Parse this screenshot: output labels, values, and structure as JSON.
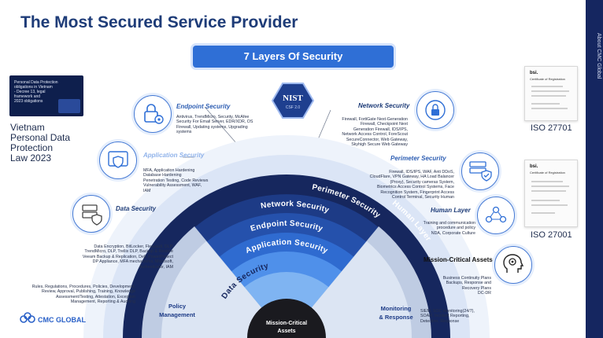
{
  "header": {
    "title": "The Most Secured Service Provider"
  },
  "side_label": "About CMC Global",
  "banner": "7 Layers Of Security",
  "nist": {
    "main": "NIST",
    "sub": "CSF 2.0"
  },
  "left_doc": {
    "cover_lines": [
      "Personal Data Protection",
      "obligations in Vietnam",
      "- Decree 13, legal",
      "framework and",
      "2023 obligations"
    ],
    "label_lines": [
      "Vietnam",
      "Personal Data",
      "Protection",
      "Law 2023"
    ]
  },
  "certs": [
    {
      "title": "Certificate of Registration",
      "label": "ISO 27701"
    },
    {
      "title": "Certificate of Registration",
      "label": "ISO 27001"
    }
  ],
  "layers_info": {
    "endpoint": {
      "title": "Endpoint Security",
      "icon": "lock-gear-icon",
      "lines": [
        "Antivirus, TrendMicro, Security, McAfee",
        "Security For Email Server, EDR/XDR, OS",
        "Firewall, Updating systems, Upgrading",
        "systems"
      ]
    },
    "application": {
      "title": "Application Security",
      "icon": "shield-app-icon",
      "lines": [
        "MFA, Application Hardening",
        "Database Hardening",
        "Penetration Testing, Code Reviews",
        "Vulnerability Assessment, WAF,",
        "IAM"
      ]
    },
    "data": {
      "title": "Data Security",
      "icon": "server-shield-icon",
      "lines": [
        "Data Encryption, BitLocker, Flexvault, DLP,",
        "TrendMicro, DLP, Trellix DLP, Backup & Restore",
        "Veeam Backup & Replication, Dell, PowerProtect",
        "DP Appliance, MFA mechanisms, Microsoft,",
        "Authenticator, IAM"
      ]
    },
    "policy": {
      "lines": [
        "Rules, Regulations, Procedures, Policies, Development,",
        "Review, Approval, Publishing, Training, Knowledge",
        "Assessment/Testing, Attestation, Exception",
        "Management, Reporting & Auditing"
      ]
    },
    "network": {
      "title": "Network Security",
      "icon": "network-lock-icon",
      "lines": [
        "Firewall, FortiGate Next-Generation",
        "Firewall, Checkpoint Next",
        "Generation Firewall, IDS/IPS,",
        "Network Access Control, ForeScout",
        "SecureConnector, Web Gateway,",
        "Skyhigh Secure Web Gateway"
      ]
    },
    "perimeter": {
      "title": "Perimeter Security",
      "icon": "server-check-icon",
      "lines": [
        "Firewall, IDS/IPS, WAF, Anti DDoS,",
        "CloudFlare, VPN Gateway, HA Load Balancer",
        "(Proxy), Security cameras System,",
        "Biometrics Access Control Systems, Face",
        "Recognition System, Fingerprint Access",
        "Control Terminal, Security Human"
      ]
    },
    "human": {
      "title": "Human Layer",
      "icon": "people-network-icon",
      "lines": [
        "Training and communication",
        "procedure and policy",
        "NDA, Corporate Culture"
      ]
    },
    "mission": {
      "title": "Mission-Critical Assets",
      "icon": "head-gear-icon",
      "lines": [
        "Business Continuity Plans",
        "Backups, Response and",
        "Recovery Plans",
        "DC-DR"
      ]
    },
    "monitoring": {
      "lines": [
        "SIEM, SOC monitoring(24/7),",
        "SOAR, Incident Reporting,",
        "Detection, Response"
      ]
    }
  },
  "fan_layers": [
    "Human Layer",
    "Perimeter Security",
    "Network Security",
    "Endpoint Security",
    "Application Security",
    "Data Security",
    "Mission-Critical Assets"
  ],
  "fan_bottom": {
    "policy": "Policy Management",
    "monitoring": "Monitoring & Response"
  },
  "logo": {
    "text": "CMC GLOBAL"
  },
  "colors": {
    "navy": "#16275e",
    "accent": "#2f6fd6",
    "title": "#1e3c78"
  }
}
